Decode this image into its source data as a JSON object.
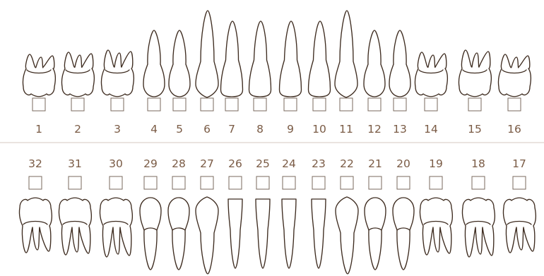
{
  "upper_teeth": [
    {
      "number": "1",
      "kind": "molar"
    },
    {
      "number": "2",
      "kind": "molar"
    },
    {
      "number": "3",
      "kind": "molar"
    },
    {
      "number": "4",
      "kind": "premolar"
    },
    {
      "number": "5",
      "kind": "premolar"
    },
    {
      "number": "6",
      "kind": "canine"
    },
    {
      "number": "7",
      "kind": "incisor"
    },
    {
      "number": "8",
      "kind": "incisor"
    },
    {
      "number": "9",
      "kind": "incisor"
    },
    {
      "number": "10",
      "kind": "incisor"
    },
    {
      "number": "11",
      "kind": "canine"
    },
    {
      "number": "12",
      "kind": "premolar"
    },
    {
      "number": "13",
      "kind": "premolar"
    },
    {
      "number": "14",
      "kind": "molar"
    },
    {
      "number": "15",
      "kind": "molar"
    },
    {
      "number": "16",
      "kind": "molar"
    }
  ],
  "lower_teeth": [
    {
      "number": "32",
      "kind": "molar"
    },
    {
      "number": "31",
      "kind": "molar"
    },
    {
      "number": "30",
      "kind": "molar"
    },
    {
      "number": "29",
      "kind": "premolar"
    },
    {
      "number": "28",
      "kind": "premolar"
    },
    {
      "number": "27",
      "kind": "canine"
    },
    {
      "number": "26",
      "kind": "incisor"
    },
    {
      "number": "25",
      "kind": "incisor"
    },
    {
      "number": "24",
      "kind": "incisor"
    },
    {
      "number": "23",
      "kind": "incisor"
    },
    {
      "number": "22",
      "kind": "canine"
    },
    {
      "number": "21",
      "kind": "premolar"
    },
    {
      "number": "20",
      "kind": "premolar"
    },
    {
      "number": "19",
      "kind": "molar"
    },
    {
      "number": "18",
      "kind": "molar"
    },
    {
      "number": "17",
      "kind": "molar"
    }
  ],
  "checkbox_states": {
    "checked": false
  }
}
